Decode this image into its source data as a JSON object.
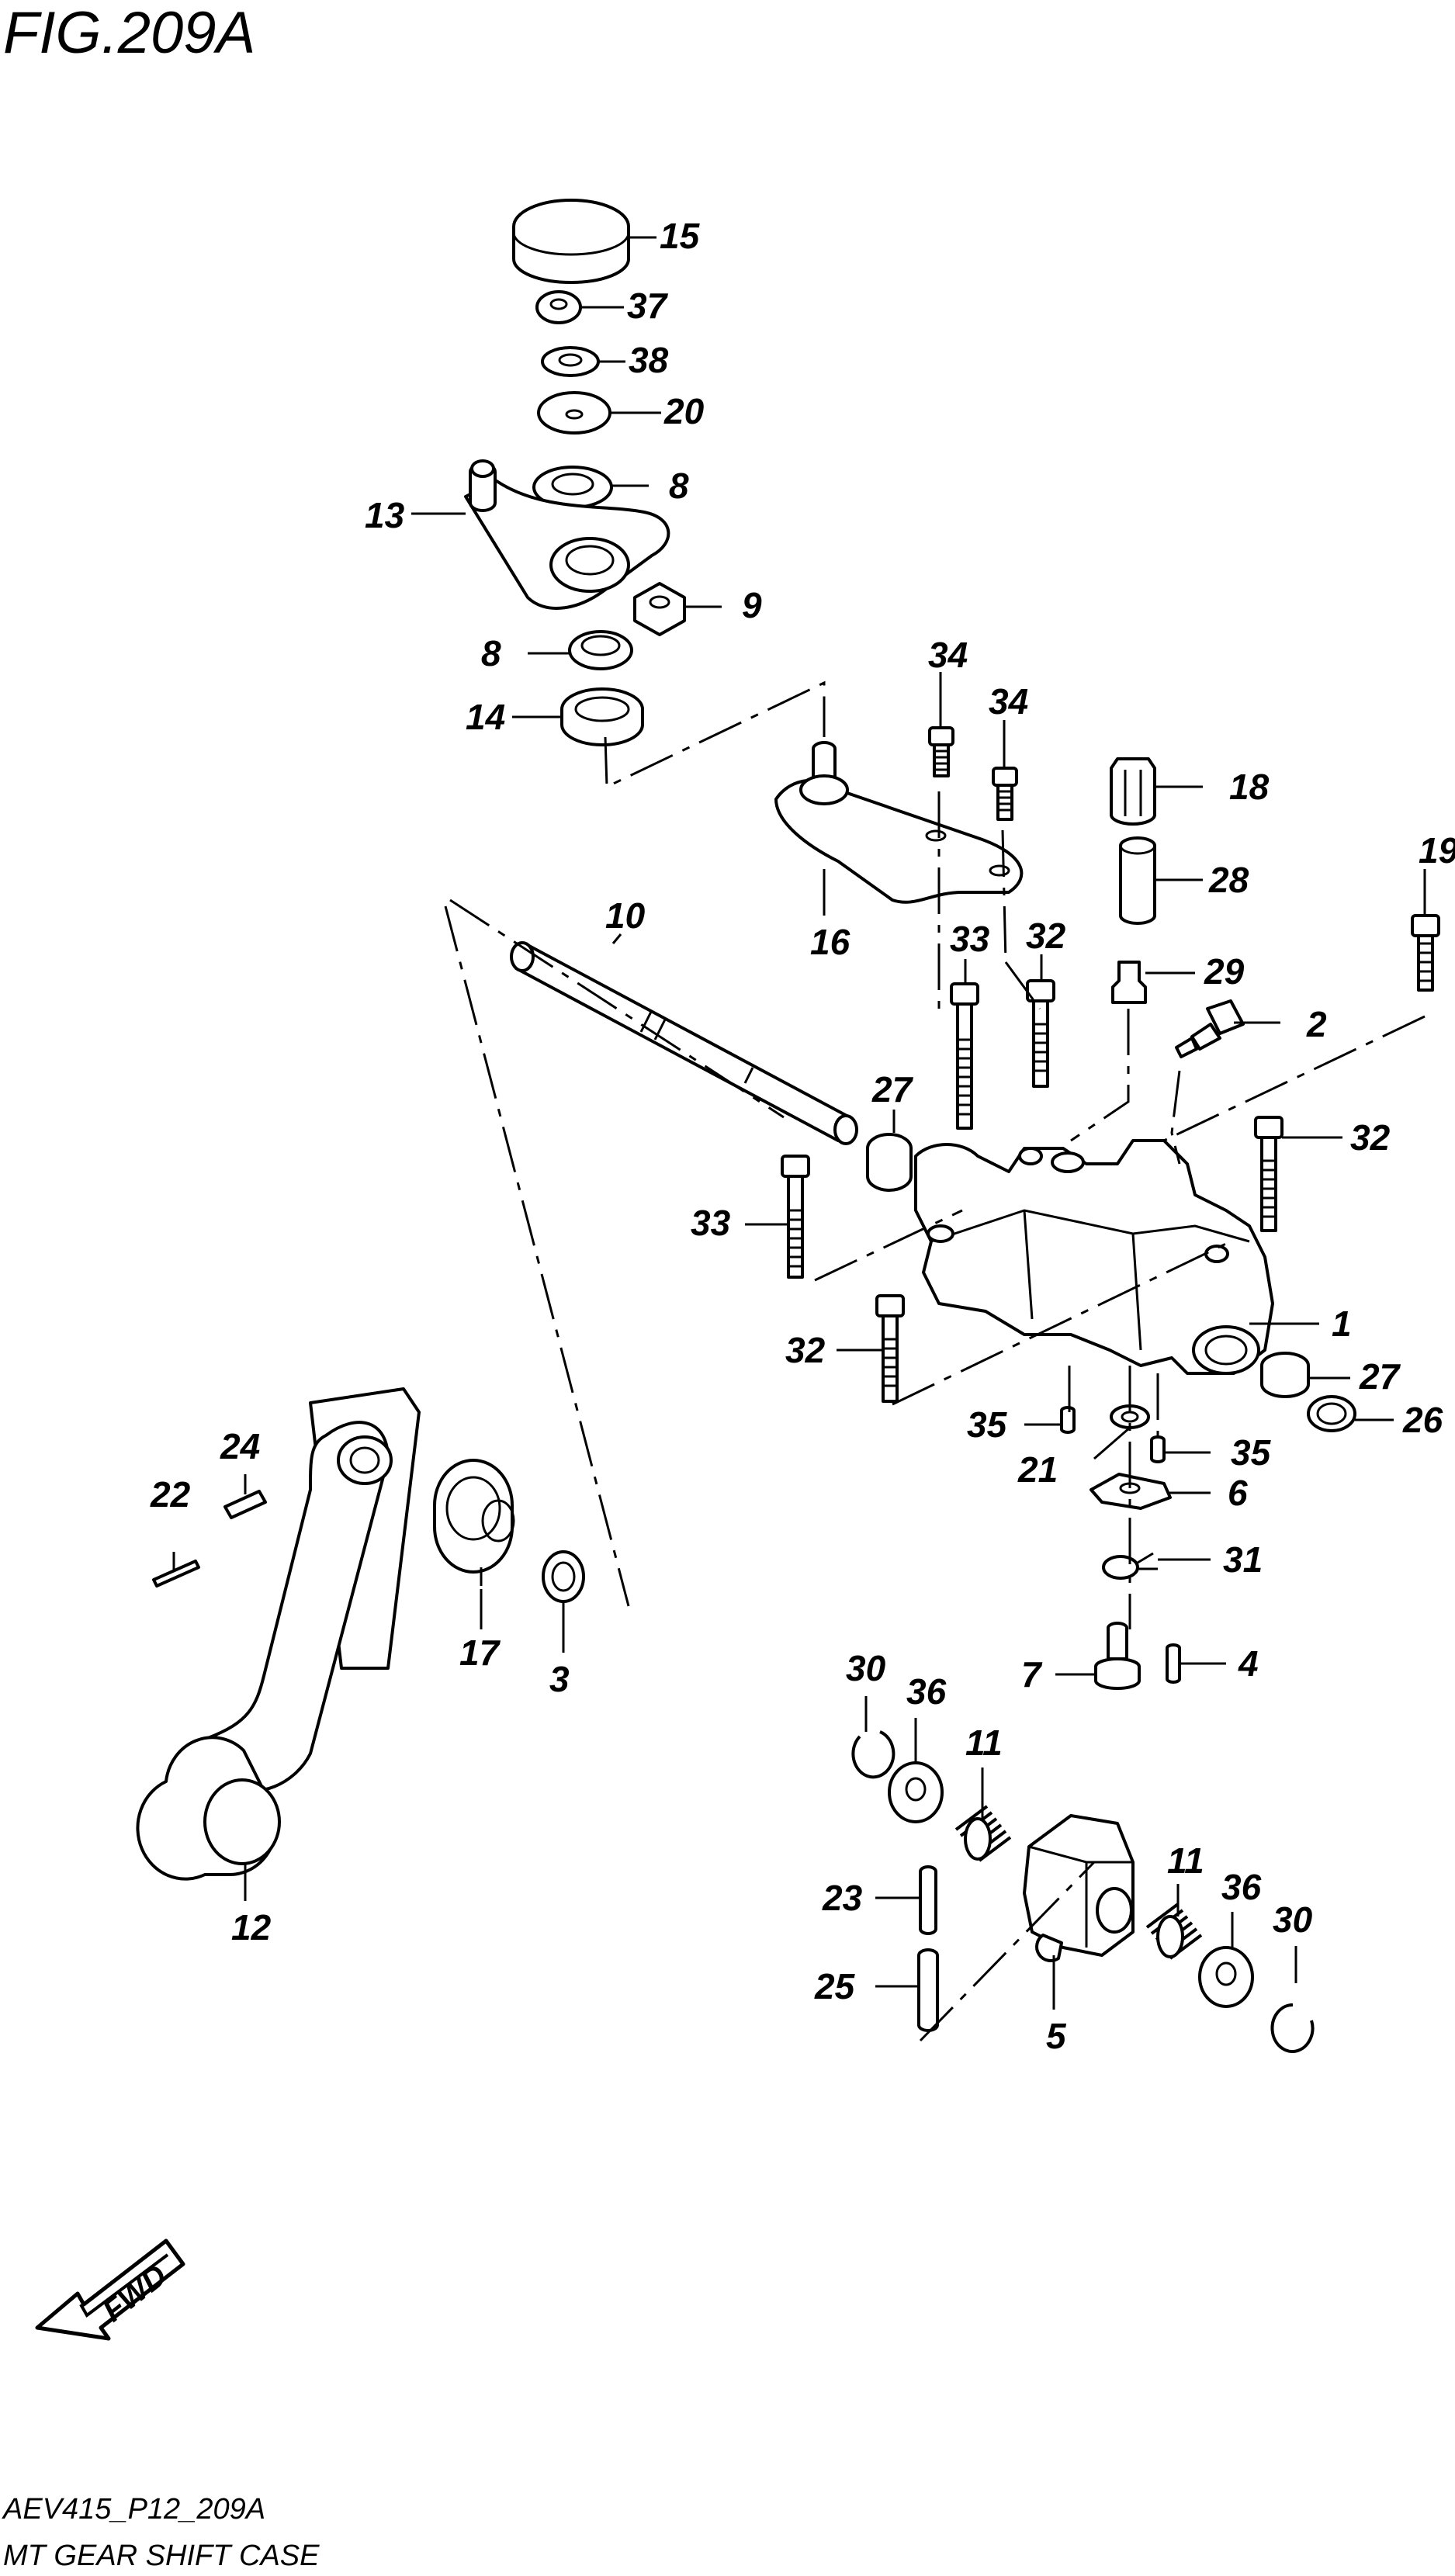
{
  "figure": {
    "title": "FIG.209A"
  },
  "footer": {
    "code": "AEV415_P12_209A",
    "name": "MT GEAR SHIFT CASE"
  },
  "direction_badge": {
    "label": "FWD"
  },
  "callouts": [
    {
      "id": "c15",
      "text": "15"
    },
    {
      "id": "c37",
      "text": "37"
    },
    {
      "id": "c38",
      "text": "38"
    },
    {
      "id": "c20",
      "text": "20"
    },
    {
      "id": "c8a",
      "text": "8"
    },
    {
      "id": "c13",
      "text": "13"
    },
    {
      "id": "c9",
      "text": "9"
    },
    {
      "id": "c8b",
      "text": "8"
    },
    {
      "id": "c14",
      "text": "14"
    },
    {
      "id": "c34a",
      "text": "34"
    },
    {
      "id": "c34b",
      "text": "34"
    },
    {
      "id": "c18",
      "text": "18"
    },
    {
      "id": "c16",
      "text": "16"
    },
    {
      "id": "c28",
      "text": "28"
    },
    {
      "id": "c19",
      "text": "19"
    },
    {
      "id": "c10",
      "text": "10"
    },
    {
      "id": "c33a",
      "text": "33"
    },
    {
      "id": "c32a",
      "text": "32"
    },
    {
      "id": "c29",
      "text": "29"
    },
    {
      "id": "c2",
      "text": "2"
    },
    {
      "id": "c27a",
      "text": "27"
    },
    {
      "id": "c32b",
      "text": "32"
    },
    {
      "id": "c33b",
      "text": "33"
    },
    {
      "id": "c1",
      "text": "1"
    },
    {
      "id": "c32c",
      "text": "32"
    },
    {
      "id": "c27b",
      "text": "27"
    },
    {
      "id": "c26",
      "text": "26"
    },
    {
      "id": "c35a",
      "text": "35"
    },
    {
      "id": "c21",
      "text": "21"
    },
    {
      "id": "c35b",
      "text": "35"
    },
    {
      "id": "c24",
      "text": "24"
    },
    {
      "id": "c6",
      "text": "6"
    },
    {
      "id": "c22",
      "text": "22"
    },
    {
      "id": "c31",
      "text": "31"
    },
    {
      "id": "c17",
      "text": "17"
    },
    {
      "id": "c3",
      "text": "3"
    },
    {
      "id": "c7",
      "text": "7"
    },
    {
      "id": "c4",
      "text": "4"
    },
    {
      "id": "c30a",
      "text": "30"
    },
    {
      "id": "c36a",
      "text": "36"
    },
    {
      "id": "c11a",
      "text": "11"
    },
    {
      "id": "c12",
      "text": "12"
    },
    {
      "id": "c11b",
      "text": "11"
    },
    {
      "id": "c36b",
      "text": "36"
    },
    {
      "id": "c30b",
      "text": "30"
    },
    {
      "id": "c23",
      "text": "23"
    },
    {
      "id": "c25",
      "text": "25"
    },
    {
      "id": "c5",
      "text": "5"
    }
  ]
}
